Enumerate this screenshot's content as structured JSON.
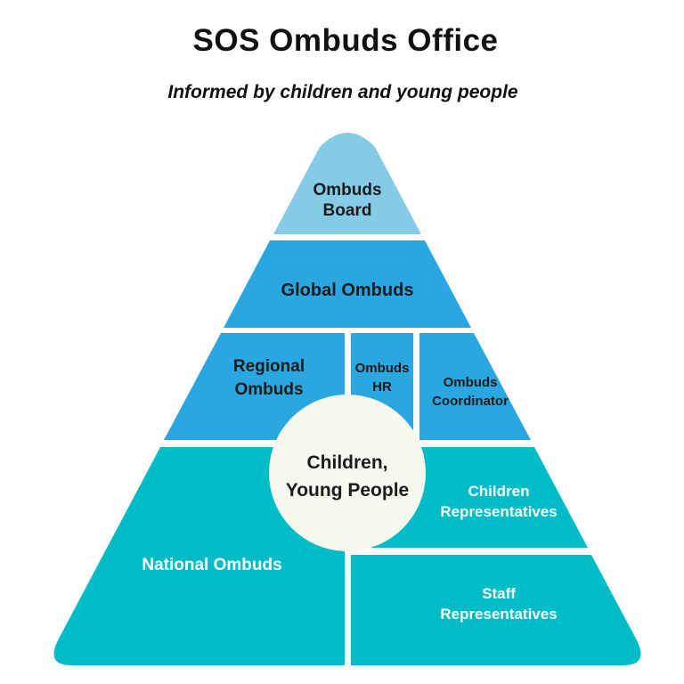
{
  "title": "SOS Ombuds Office",
  "subtitle": "Informed by children and young people",
  "colors": {
    "light_blue": "#85CBE8",
    "blue": "#2AA7E0",
    "teal": "#00BCC6",
    "circle_fill": "#F8F8EE",
    "text_dark": "#1b1b1b",
    "text_light": "#ffffff",
    "background": "#ffffff"
  },
  "blocks": {
    "ombuds_board": {
      "line1": "Ombuds",
      "line2": "Board"
    },
    "global_ombuds": {
      "line1": "Global Ombuds"
    },
    "regional_ombuds": {
      "line1": "Regional",
      "line2": "Ombuds"
    },
    "ombuds_hr": {
      "line1": "Ombuds",
      "line2": "HR"
    },
    "ombuds_coordinator": {
      "line1": "Ombuds",
      "line2": "Coordinator"
    },
    "center_circle": {
      "line1": "Children,",
      "line2": "Young People"
    },
    "national_ombuds": {
      "line1": "National Ombuds"
    },
    "children_representatives": {
      "line1": "Children",
      "line2": "Representatives"
    },
    "staff_representatives": {
      "line1": "Staff",
      "line2": "Representatives"
    }
  }
}
